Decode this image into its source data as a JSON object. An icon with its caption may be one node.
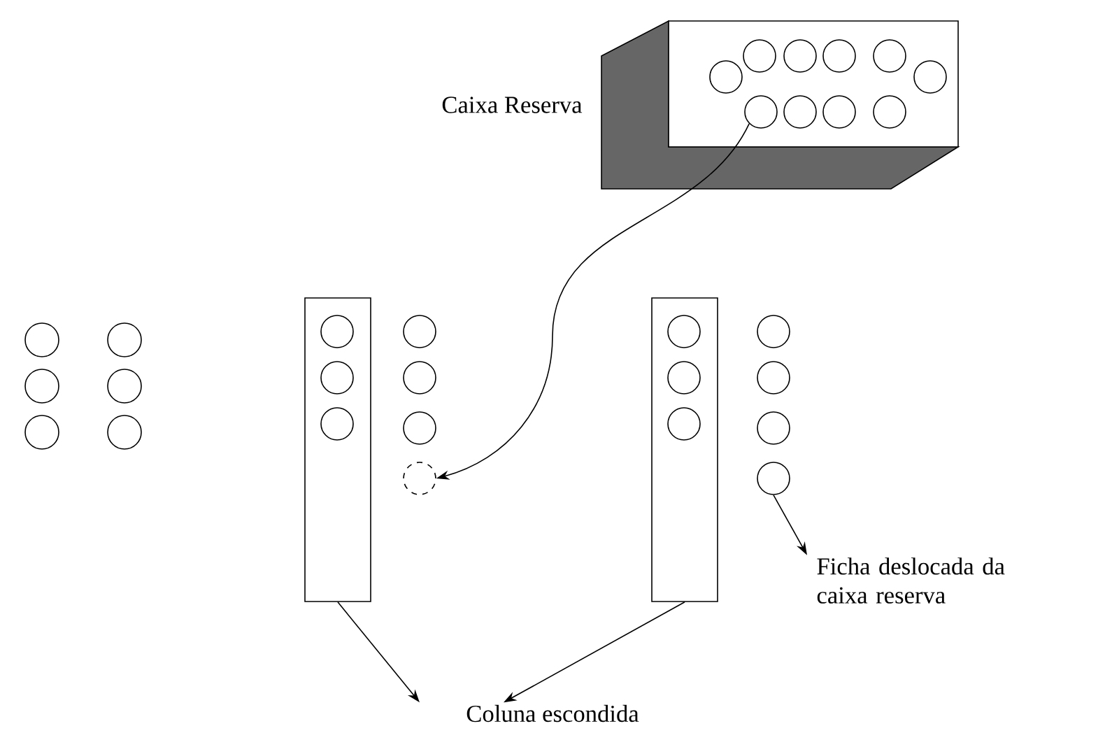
{
  "diagram": {
    "nodes": [
      {
        "text": [
          "Caixa Reserva"
        ]
      },
      {
        "text": [],
        "shape": "circle",
        "in": 0
      },
      {
        "text": [],
        "shape": "circle"
      },
      {
        "text": [],
        "shape": "box"
      },
      {
        "text": [],
        "shape": "box"
      },
      {
        "text": [
          "Coluna escondida"
        ]
      },
      {
        "text": [],
        "shape": "circle"
      },
      {
        "text": [
          "Ficha deslocada da caixa reserva"
        ]
      }
    ],
    "edges": [
      {
        "from": 1,
        "to": 2,
        "arrow": "to"
      },
      {
        "from": 3,
        "to": 5,
        "arrow": "to"
      },
      {
        "from": 4,
        "to": 5,
        "arrow": "to"
      },
      {
        "from": 6,
        "to": 7,
        "arrow": "to"
      }
    ]
  }
}
